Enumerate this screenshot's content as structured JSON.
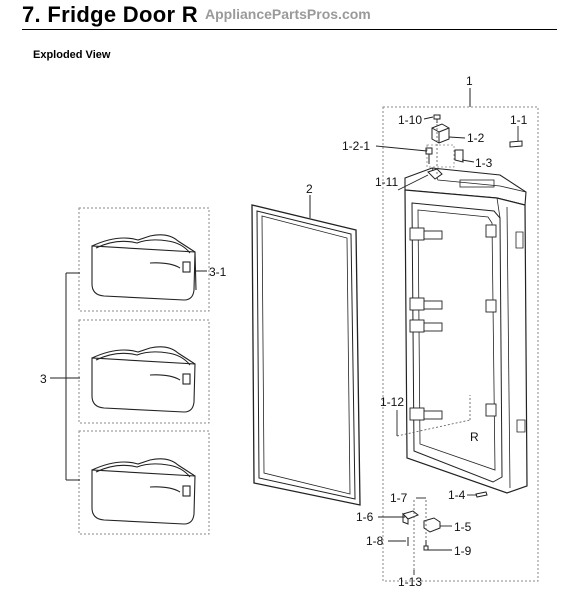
{
  "header": {
    "title": "7. Fridge Door R",
    "watermark": "AppliancePartsPros.com"
  },
  "subtitle": "Exploded View",
  "parts": {
    "p1": "1",
    "p1_1": "1-1",
    "p1_2": "1-2",
    "p1_2_1": "1-2-1",
    "p1_3": "1-3",
    "p1_4": "1-4",
    "p1_5": "1-5",
    "p1_6": "1-6",
    "p1_7": "1-7",
    "p1_8": "1-8",
    "p1_9": "1-9",
    "p1_10": "1-10",
    "p1_11": "1-11",
    "p1_12": "1-12",
    "p1_13": "1-13",
    "p2": "2",
    "p3": "3",
    "p3_1": "3-1"
  },
  "door_mark": "R"
}
